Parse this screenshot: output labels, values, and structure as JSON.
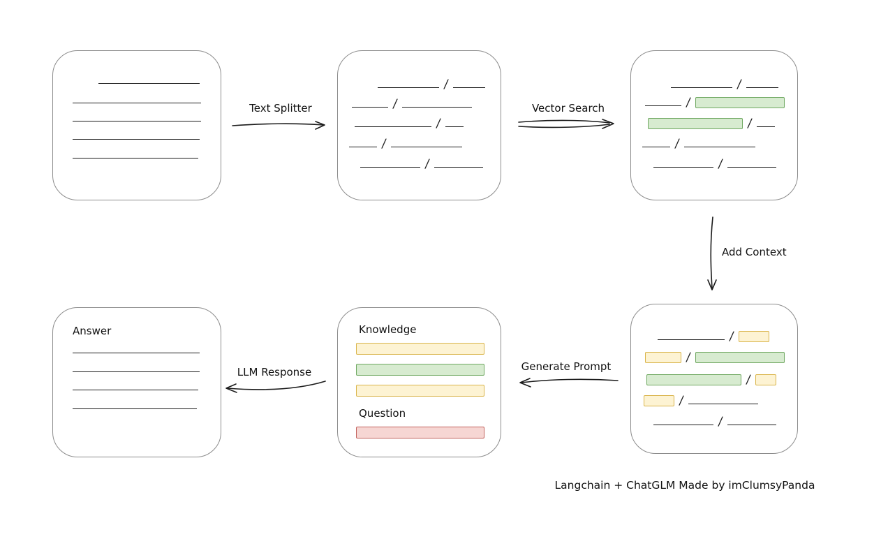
{
  "caption": {
    "text": "Langchain + ChatGLM Made by imClumsyPanda"
  },
  "arrows": {
    "text_splitter": {
      "label": "Text Splitter"
    },
    "vector_search": {
      "label": "Vector Search"
    },
    "add_context": {
      "label": "Add Context"
    },
    "generate_prompt": {
      "label": "Generate Prompt"
    },
    "llm_response": {
      "label": "LLM Response"
    }
  },
  "prompt_box": {
    "knowledge_label": "Knowledge",
    "question_label": "Question"
  },
  "answer_box": {
    "label": "Answer"
  },
  "glyphs": {
    "slash": "/"
  },
  "colors": {
    "line": "#1b1b1b",
    "box_border": "#8c8c8c",
    "green_fill": "#d7ebd0",
    "green_stroke": "#6fa861",
    "yellow_fill": "#fdf3d3",
    "yellow_stroke": "#d9b44a",
    "red_fill": "#f6d6d3",
    "red_stroke": "#c2625c"
  }
}
